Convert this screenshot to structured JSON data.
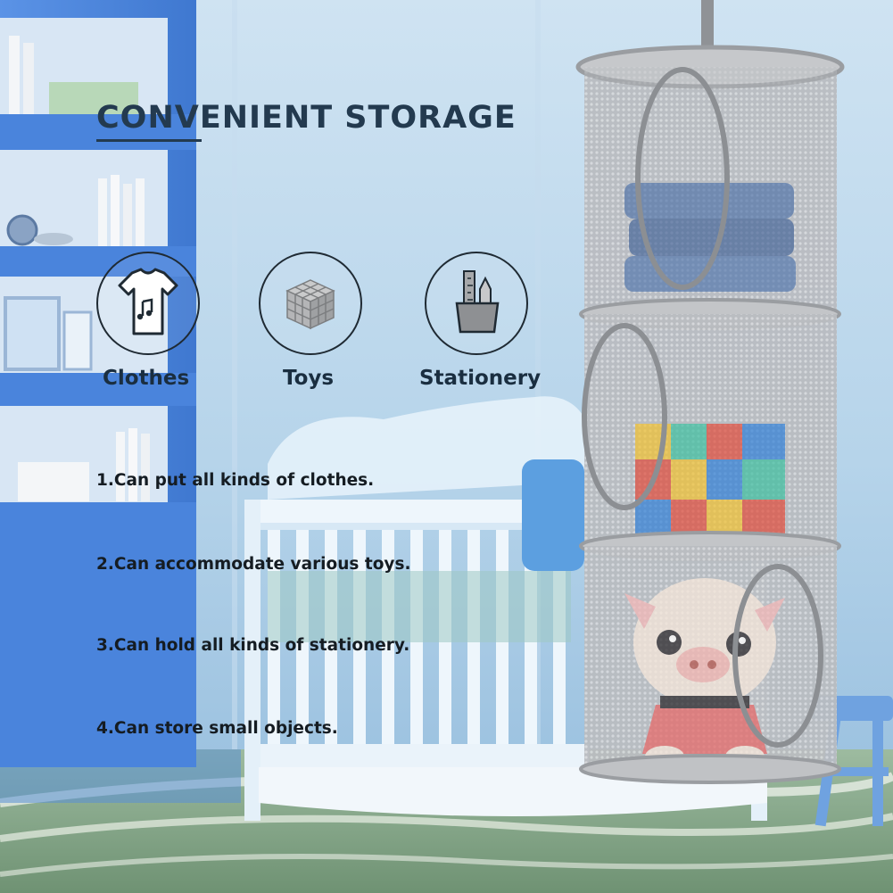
{
  "headline": "CONVENIENT STORAGE",
  "categories": [
    {
      "label": "Clothes",
      "icon": "t-shirt-icon"
    },
    {
      "label": "Toys",
      "icon": "cube-icon"
    },
    {
      "label": "Stationery",
      "icon": "pen-holder-icon"
    }
  ],
  "features": [
    "1.Can put all kinds of clothes.",
    "2.Can accommodate various toys.",
    "3.Can hold all kinds of stationery.",
    "4.Can store small objects."
  ],
  "colors": {
    "headline": "#233a4f",
    "wall": "#b9d6ec",
    "shelf": "#4f86dc",
    "floor": "#7fa27d",
    "organizer_mesh": "#b5b8bc",
    "organizer_rim": "#9b9ea2"
  }
}
